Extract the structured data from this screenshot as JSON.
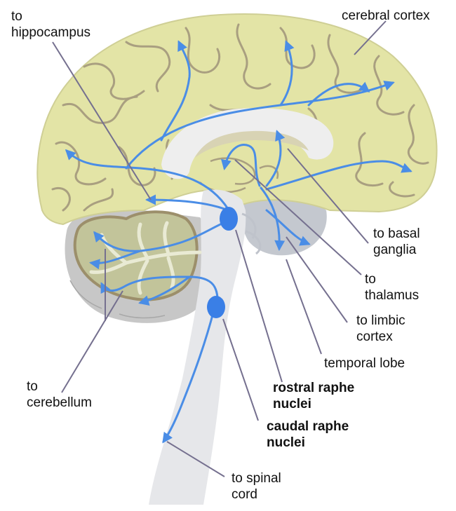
{
  "labels": {
    "hippocampus": [
      "to",
      "hippocampus"
    ],
    "cerebral_cortex": "cerebral cortex",
    "basal_ganglia": [
      "to basal",
      "ganglia"
    ],
    "thalamus": [
      "to",
      "thalamus"
    ],
    "limbic_cortex": [
      "to limbic",
      "cortex"
    ],
    "temporal_lobe": "temporal lobe",
    "cerebellum": [
      "to",
      "cerebellum"
    ],
    "rostral_raphe": [
      "rostral raphe",
      "nuclei"
    ],
    "caudal_raphe": [
      "caudal raphe",
      "nuclei"
    ],
    "spinal_cord": [
      "to spinal",
      "cord"
    ]
  },
  "colors": {
    "cortex_fill": "#e3e4a6",
    "cortex_stroke": "#c7c78a",
    "gyri": "#a99f80",
    "cerebellum_fill": "#c2c49a",
    "cerebellum_outline": "#9c8f6b",
    "cerebellum_outer": "#c7c7c7",
    "brainstem": "#e6e7ea",
    "temporal": "#c4c8cf",
    "pathway": "#4a8de6",
    "nucleus": "#3a7fe6",
    "leader": "#75708f"
  }
}
